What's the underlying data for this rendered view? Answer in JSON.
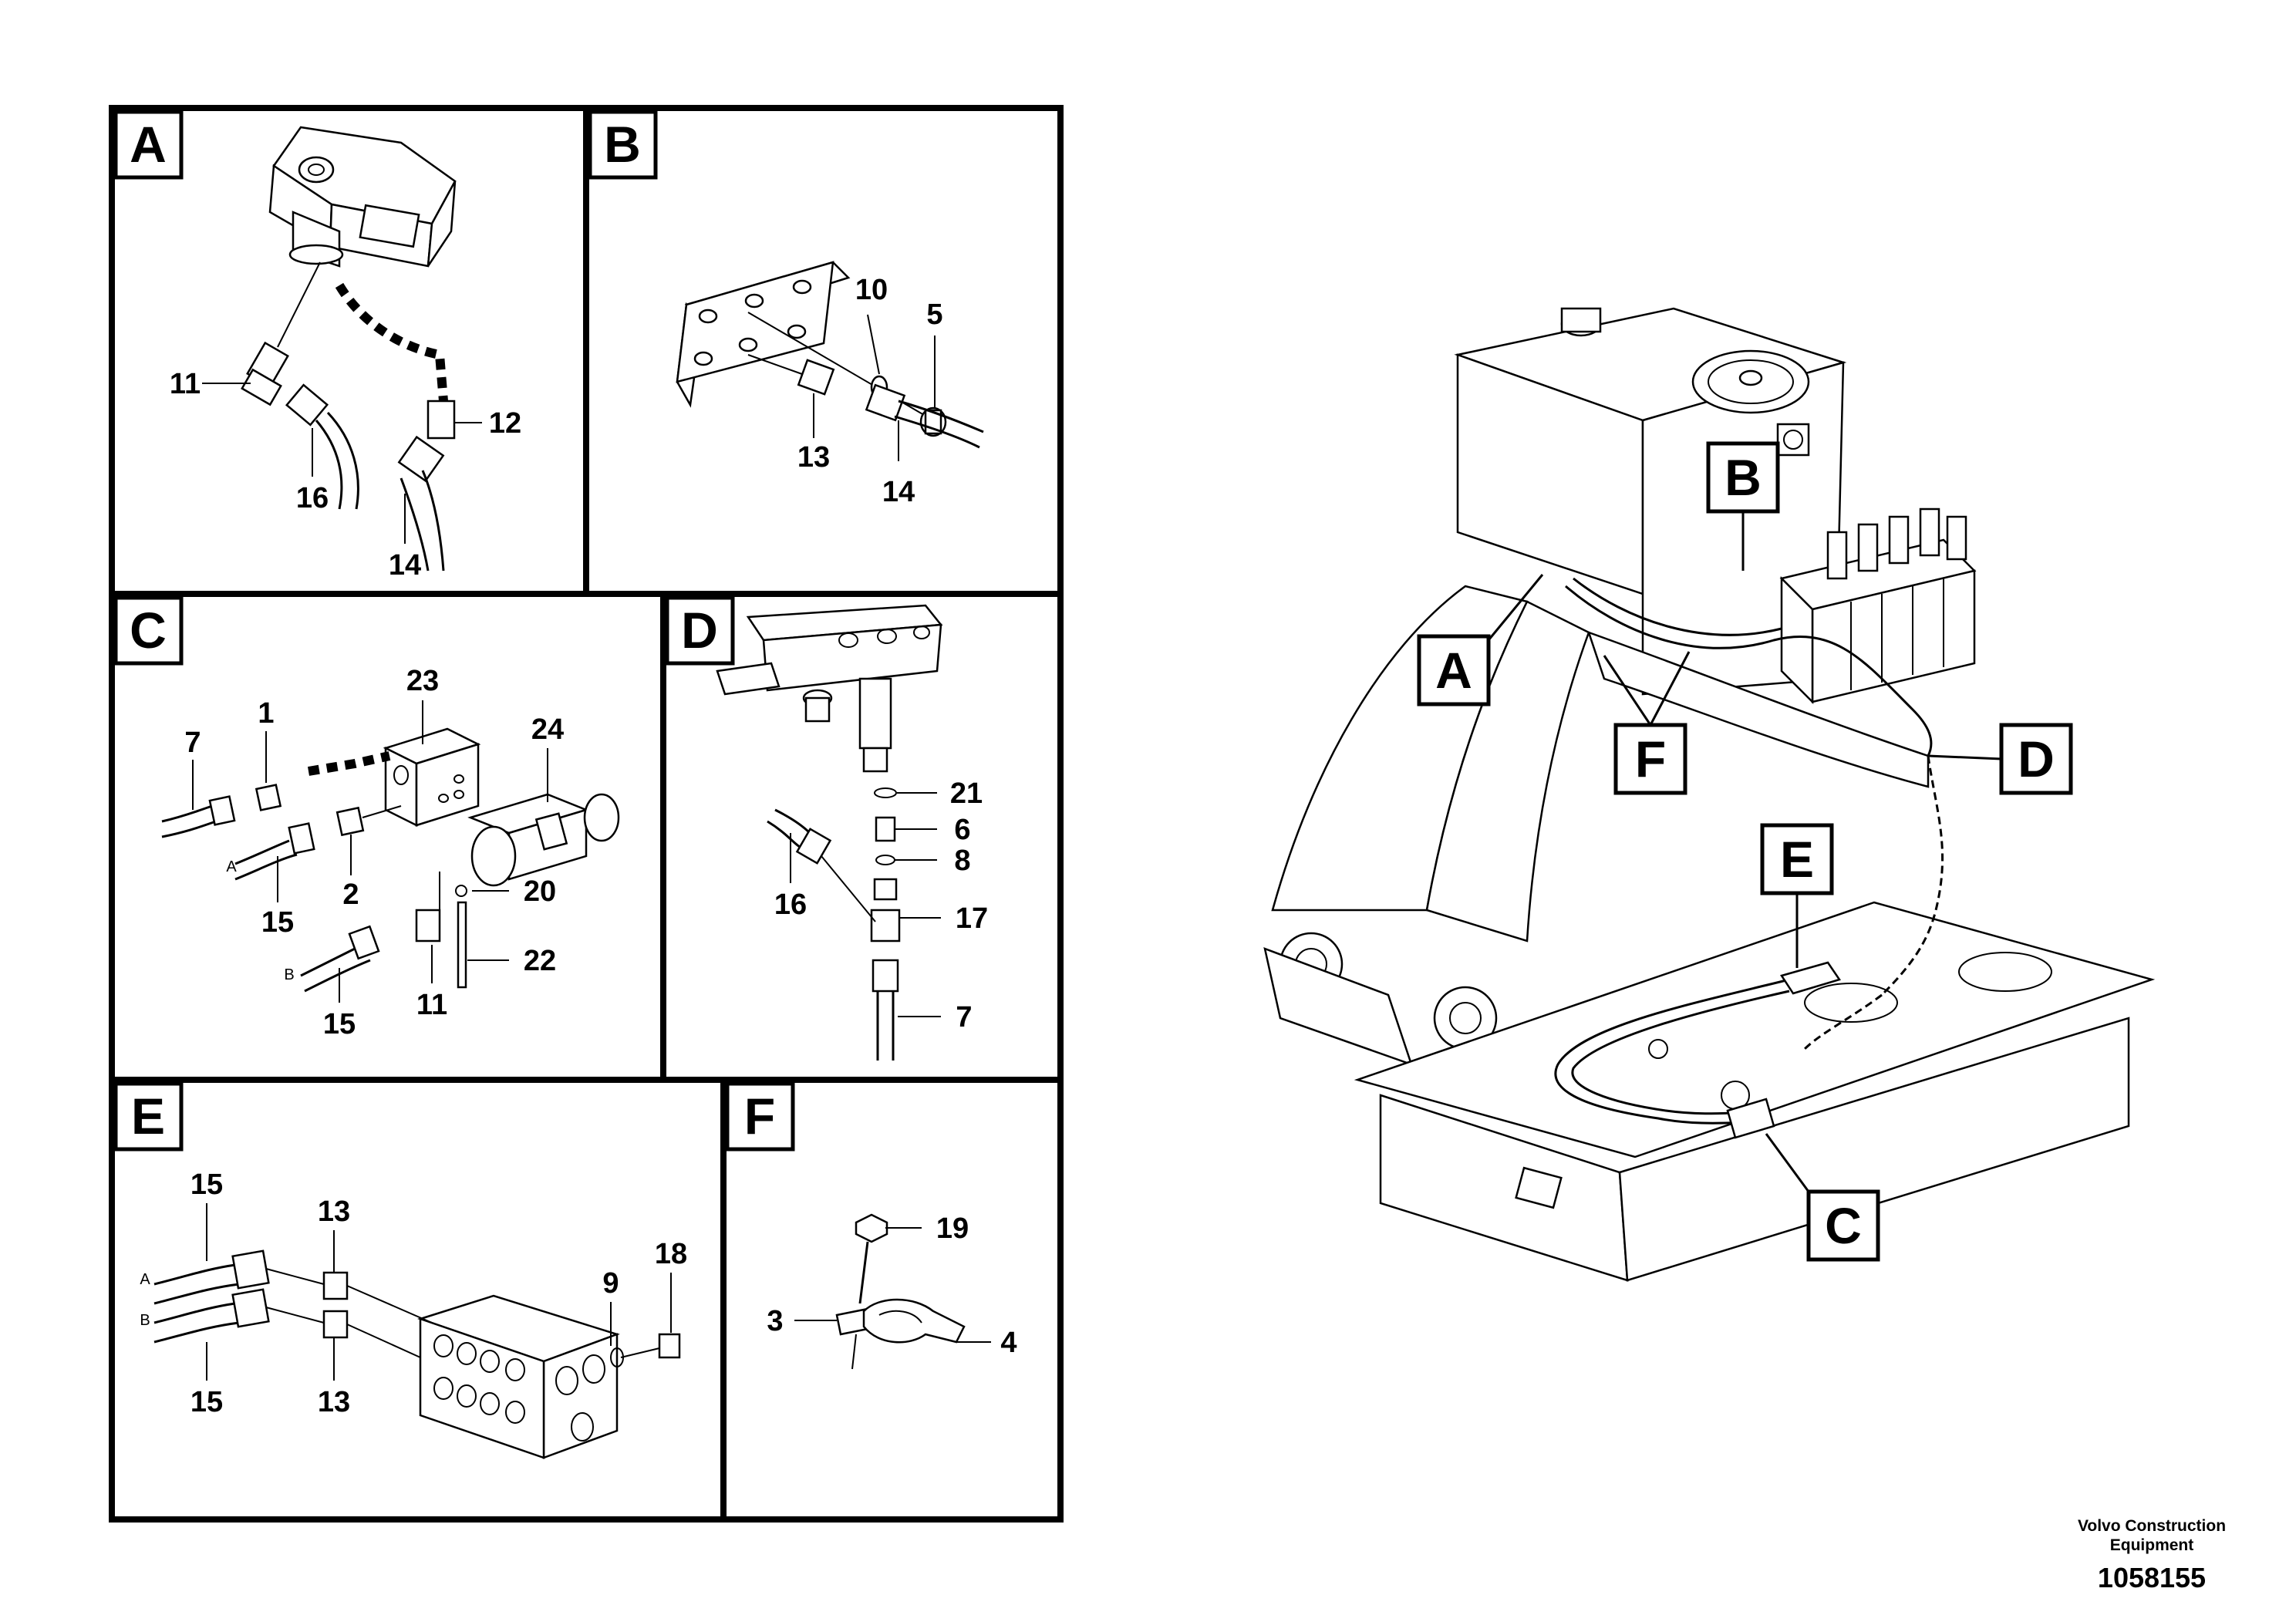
{
  "panels": {
    "A": {
      "letter": "A",
      "callouts": [
        "11",
        "16",
        "12",
        "14"
      ]
    },
    "B": {
      "letter": "B",
      "callouts": [
        "10",
        "5",
        "13",
        "14"
      ]
    },
    "C": {
      "letter": "C",
      "callouts": [
        "23",
        "7",
        "1",
        "24",
        "2",
        "20",
        "15",
        "22",
        "11",
        "15"
      ],
      "hose_labels": [
        "A",
        "B"
      ]
    },
    "D": {
      "letter": "D",
      "callouts": [
        "21",
        "6",
        "8",
        "16",
        "17",
        "7"
      ]
    },
    "E": {
      "letter": "E",
      "callouts": [
        "15",
        "13",
        "18",
        "9",
        "15",
        "13"
      ],
      "hose_labels": [
        "A",
        "B"
      ]
    },
    "F": {
      "letter": "F",
      "callouts": [
        "19",
        "3",
        "4"
      ]
    }
  },
  "overview": {
    "tags": [
      "B",
      "A",
      "F",
      "D",
      "E",
      "C"
    ]
  },
  "footer": {
    "brand_line1": "Volvo Construction",
    "brand_line2": "Equipment",
    "doc_number": "1058155"
  }
}
